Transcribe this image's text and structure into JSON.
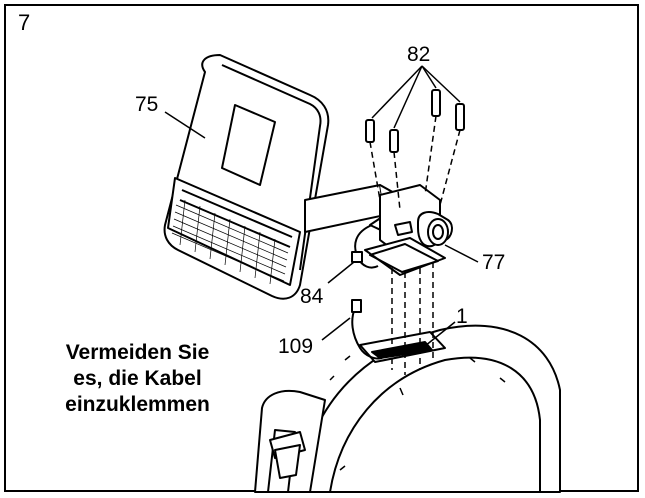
{
  "step_number": "7",
  "callouts": {
    "part_82": "82",
    "part_75": "75",
    "part_77": "77",
    "part_84": "84",
    "part_109": "109",
    "part_1": "1"
  },
  "warning_lines": [
    "Vermeiden Sie",
    "es, die Kabel",
    "einzuklemmen"
  ]
}
